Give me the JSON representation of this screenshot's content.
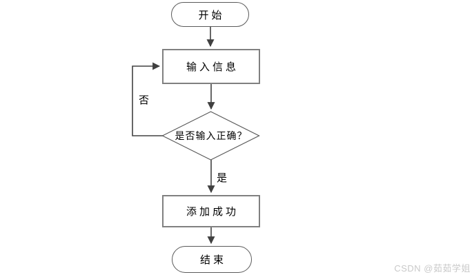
{
  "diagram": {
    "title": "add-record-flowchart",
    "nodes": {
      "start": {
        "label": "开始",
        "type": "terminator"
      },
      "input": {
        "label": "输入信息",
        "type": "process"
      },
      "decision": {
        "label": "是否输入正确？",
        "type": "decision"
      },
      "success": {
        "label": "添加成功",
        "type": "process"
      },
      "end": {
        "label": "结束",
        "type": "terminator"
      }
    },
    "edge_labels": {
      "yes": "是",
      "no": "否"
    },
    "colors": {
      "connector": "#404040",
      "process_border": "#808080",
      "terminator_border": "#595959",
      "decision_border": "#595959",
      "text": "#000000",
      "watermark_text": "#c9c9c9",
      "background": "#ffffff"
    }
  },
  "watermark": {
    "text": "CSDN @茹茹学姐"
  }
}
